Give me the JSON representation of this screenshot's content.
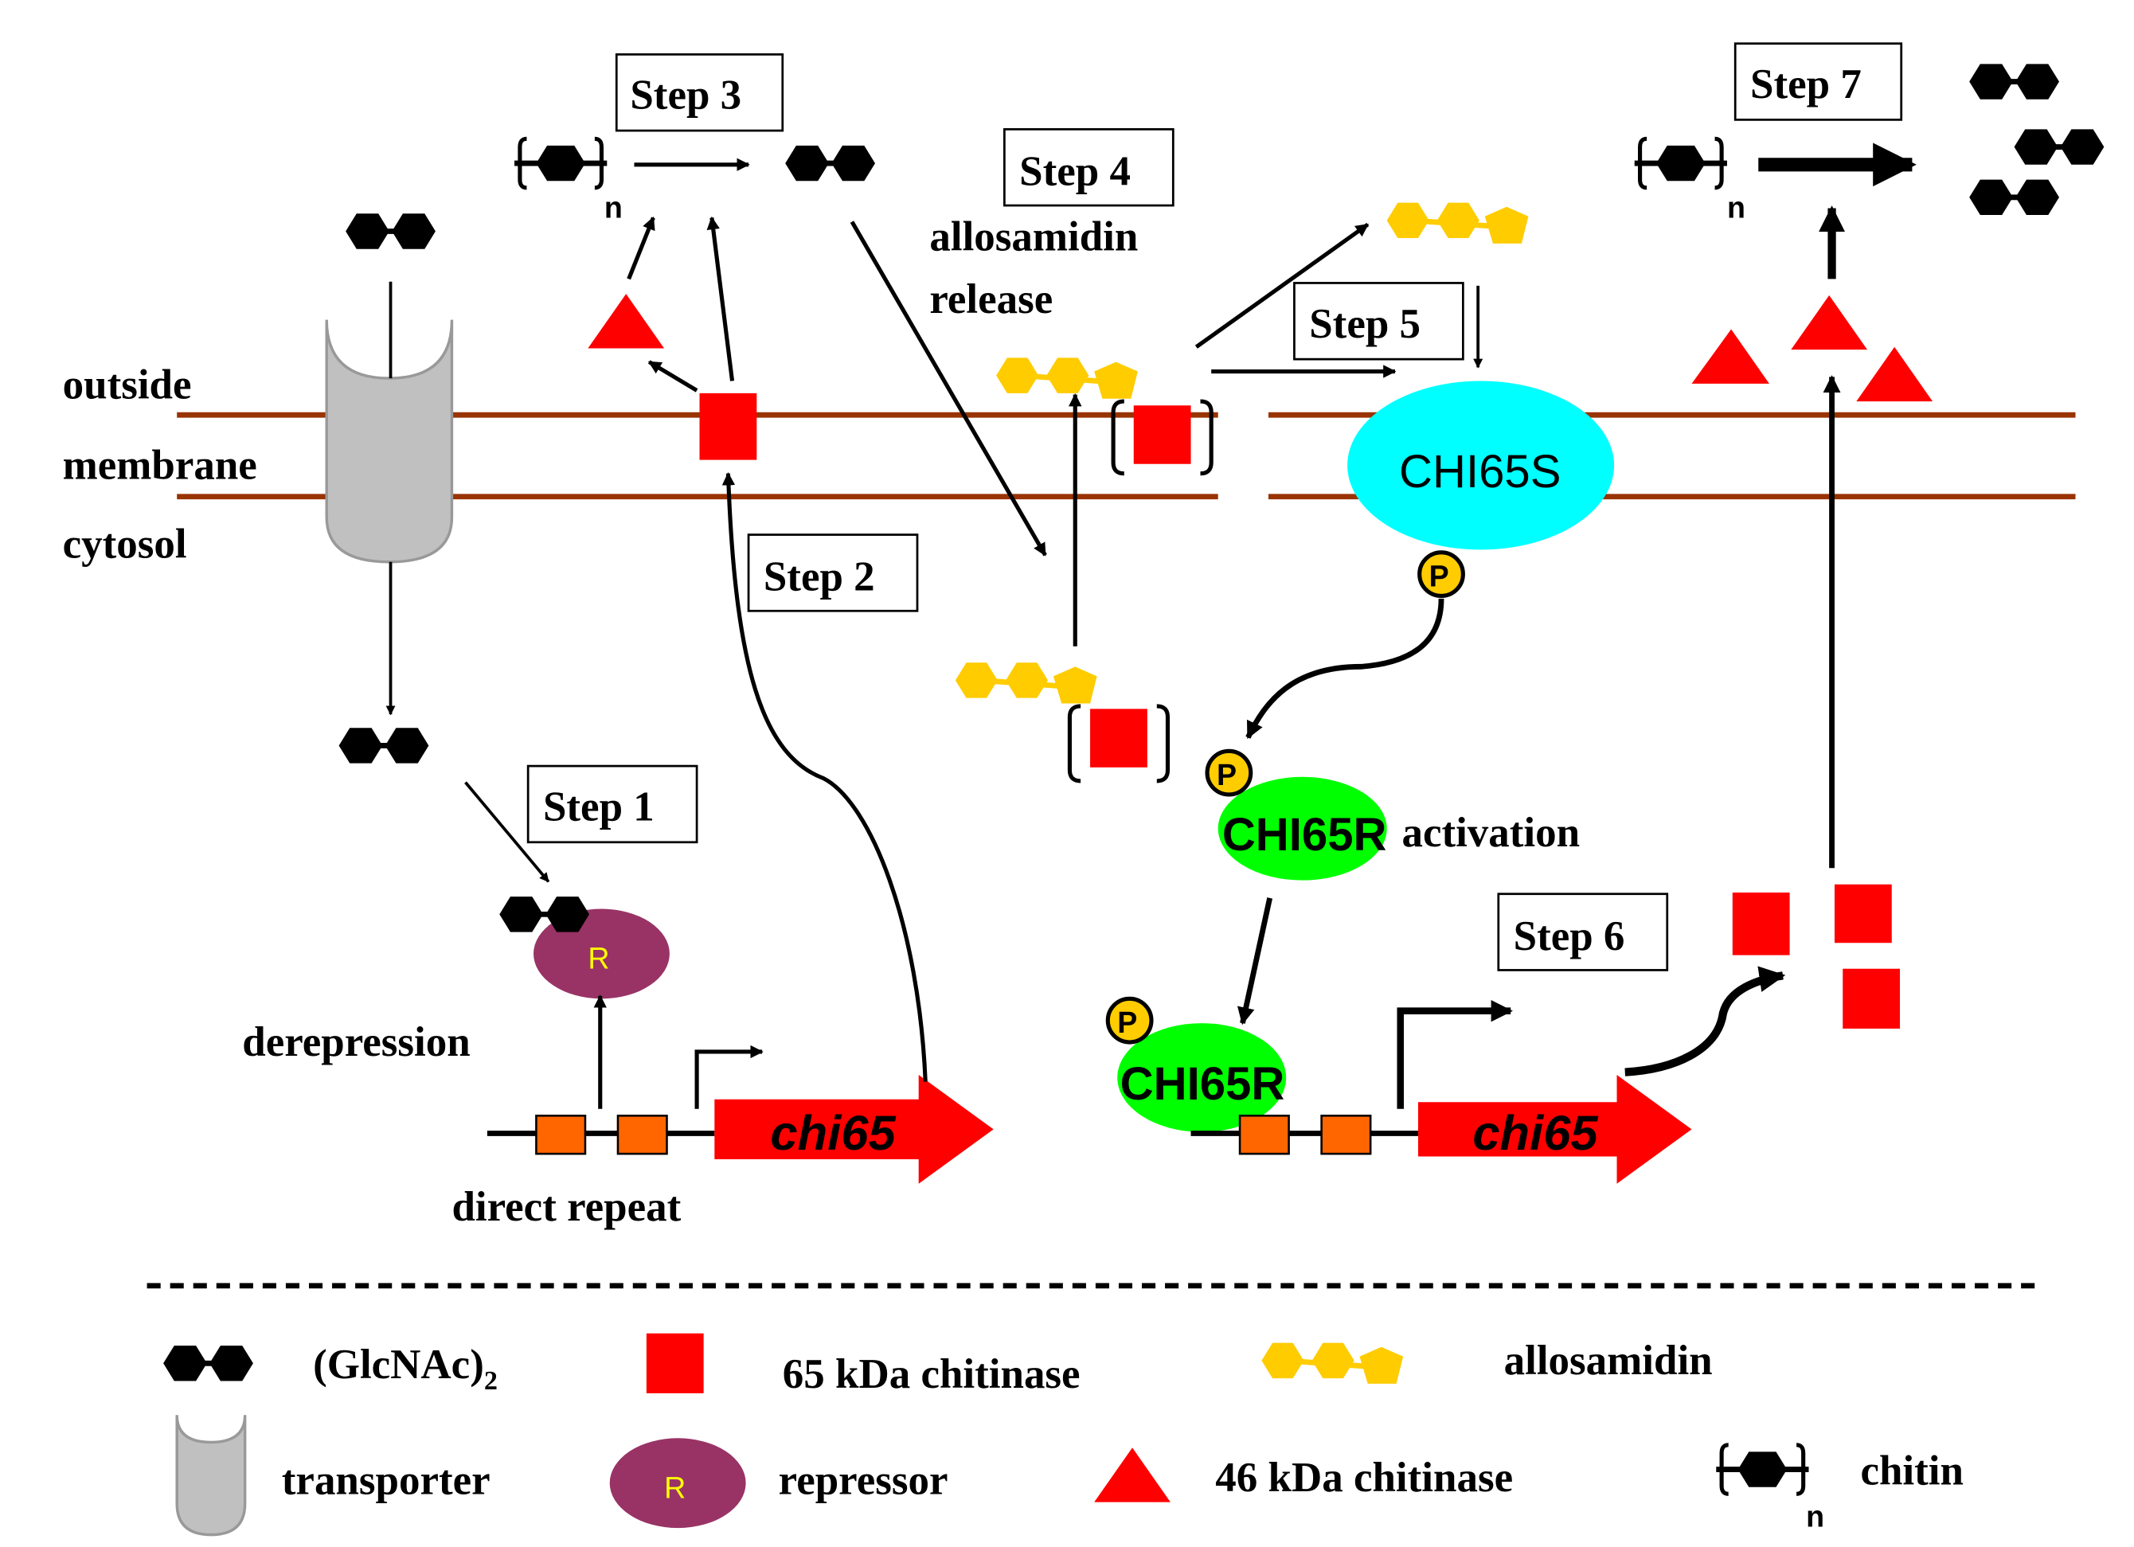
{
  "colors": {
    "membrane": "#993300",
    "chitinase65": "#ff0000",
    "chitinase46": "#ff0000",
    "allosamidin": "#ffcc00",
    "glcnac": "#000000",
    "transporter": "#c0c0c0",
    "repressor": "#993366",
    "repressor_label": "#ffff00",
    "chi65s": "#00ffff",
    "chi65r": "#00ff00",
    "phospho": "#ffcc00",
    "direct_repeat": "#ff6600",
    "gene_arrow": "#ff0000"
  },
  "compartments": {
    "outside": "outside",
    "membrane": "membrane",
    "cytosol": "cytosol"
  },
  "steps": {
    "step1": "Step 1",
    "step2": "Step 2",
    "step3": "Step 3",
    "step4": "Step 4",
    "step5": "Step 5",
    "step6": "Step 6",
    "step7": "Step 7"
  },
  "labels": {
    "allosamidin_release_line1": "allosamidin",
    "allosamidin_release_line2": "release",
    "derepression": "derepression",
    "direct_repeat": "direct repeat",
    "gene_left": "chi65",
    "gene_right": "chi65",
    "chitin_subscript_n": "n",
    "repressor_letter": "R",
    "phospho_letter": "P",
    "chi65s": "CHI65S",
    "chi65r_active": "CHI65R",
    "activation": "activation",
    "chi65r_bound": "CHI65R"
  },
  "legend": {
    "glcnac2": {
      "label": "(GlcNAc)",
      "subscript": "2"
    },
    "chitinase65": {
      "label": "65 kDa chitinase"
    },
    "allosamidin": {
      "label": "allosamidin"
    },
    "transporter": {
      "label": "transporter"
    },
    "repressor": {
      "label": "repressor",
      "letter": "R"
    },
    "chitinase46": {
      "label": "46 kDa chitinase"
    },
    "chitin": {
      "label": "chitin",
      "subscript": "n"
    }
  }
}
